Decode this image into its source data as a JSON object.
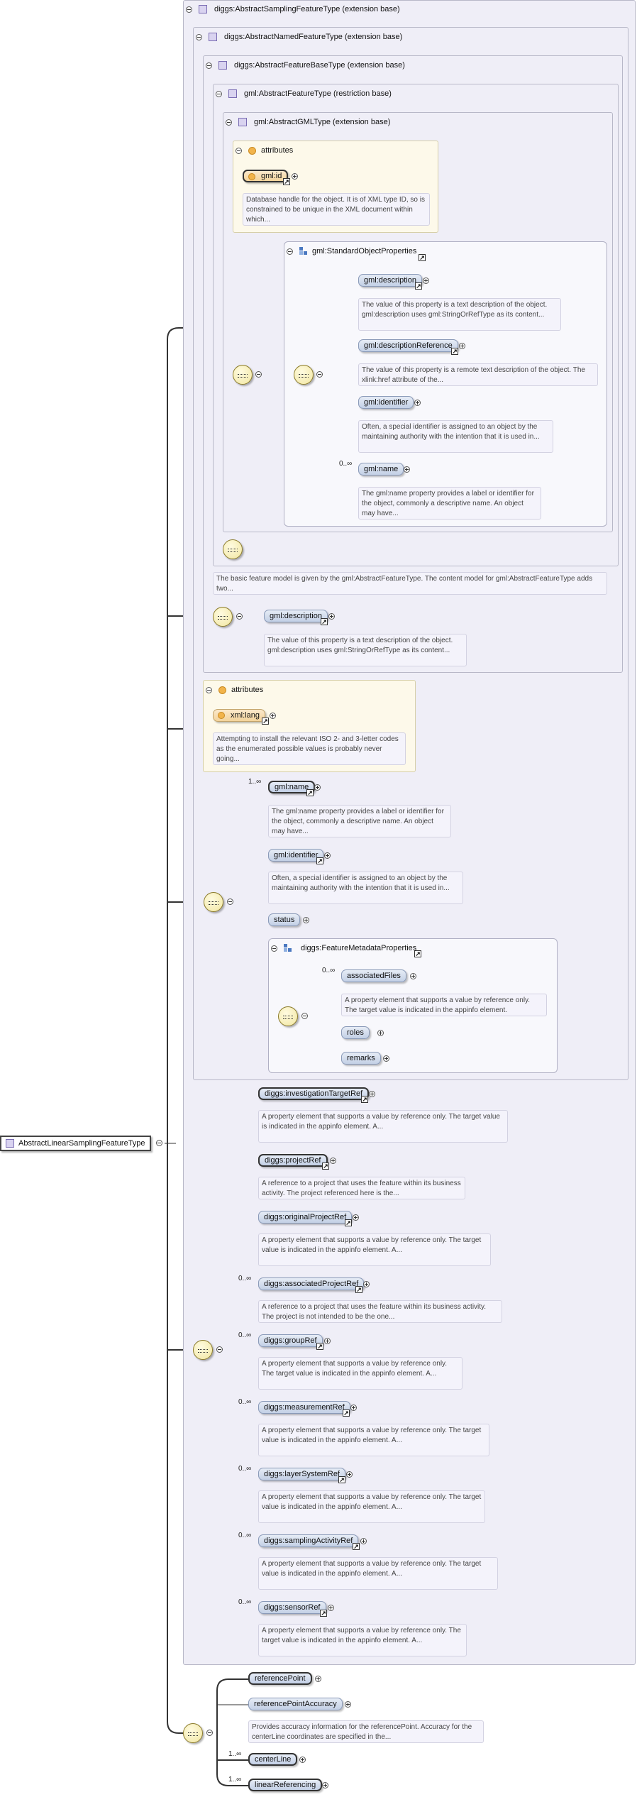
{
  "root": {
    "label": "AbstractLinearSamplingFeatureType"
  },
  "boxes": {
    "sampling": "diggs:AbstractSamplingFeatureType (extension base)",
    "named": "diggs:AbstractNamedFeatureType (extension base)",
    "featureBase": "diggs:AbstractFeatureBaseType (extension base)",
    "gmlFeature": "gml:AbstractFeatureType (restriction base)",
    "gmlGML": "gml:AbstractGMLType (extension base)",
    "stdProps": "gml:StandardObjectProperties",
    "metaProps": "diggs:FeatureMetadataProperties"
  },
  "attributes1": {
    "title": "attributes",
    "id": "gml:id",
    "doc": "Database handle for the object. It is of XML type ID, so is constrained to be unique in the XML document within which..."
  },
  "attributes2": {
    "title": "attributes",
    "lang": "xml:lang",
    "doc": "Attempting to install the relevant ISO 2- and 3-letter codes as the enumerated possible values is probably never going..."
  },
  "std": {
    "description": "gml:description",
    "description_doc": "The value of this property is a text description of the object. gml:description uses gml:StringOrRefType as its content...",
    "descriptionReference": "gml:descriptionReference",
    "descriptionReference_doc": "The value of this property is a remote text description of the object. The xlink:href attribute of the...",
    "identifier": "gml:identifier",
    "identifier_doc": "Often, a special identifier is assigned to an object by the maintaining authority with the intention that it is used in...",
    "name": "gml:name",
    "name_mult": "0..∞",
    "name_doc": "The gml:name property provides a label or identifier for the object, commonly a descriptive name. An object may have..."
  },
  "featureModelDoc": "The basic feature model is given by the gml:AbstractFeatureType. The content model for gml:AbstractFeatureType adds two...",
  "fb": {
    "description": "gml:description",
    "description_doc": "The value of this property is a text description of the object. gml:description uses gml:StringOrRefType as its content..."
  },
  "named": {
    "name": "gml:name",
    "name_mult": "1..∞",
    "name_doc": "The gml:name property provides a label or identifier for the object, commonly a descriptive name. An object may have...",
    "identifier": "gml:identifier",
    "identifier_doc": "Often, a special identifier is assigned to an object by the maintaining authority with the intention that it is used in...",
    "status": "status",
    "assocFiles": "associatedFiles",
    "assocFiles_mult": "0..∞",
    "assocFiles_doc": "A property element that supports a value by reference only. The target value is indicated in the appinfo element.",
    "roles": "roles",
    "remarks": "remarks"
  },
  "sampling": {
    "invTarget": "diggs:investigationTargetRef",
    "invTarget_doc": "A property element that supports a value by reference only. The target value is indicated in the appinfo element. A...",
    "projectRef": "diggs:projectRef",
    "projectRef_doc": "A reference to a project that uses the feature within its business activity. The project referenced here is the...",
    "origProj": "diggs:originalProjectRef",
    "origProj_doc": "A property element that supports a value by reference only. The target value is indicated in the appinfo element. A...",
    "assocProj": "diggs:associatedProjectRef",
    "assocProj_mult": "0..∞",
    "assocProj_doc": "A reference to a project that uses the feature within its business activity. The project is not intended to be the one...",
    "groupRef": "diggs:groupRef",
    "groupRef_mult": "0..∞",
    "groupRef_doc": "A property element that supports a value by reference only. The target value is indicated in the appinfo element. A...",
    "measRef": "diggs:measurementRef",
    "measRef_mult": "0..∞",
    "measRef_doc": "A property element that supports a value by reference only. The target value is indicated in the appinfo element. A...",
    "layerRef": "diggs:layerSystemRef",
    "layerRef_mult": "0..∞",
    "layerRef_doc": "A property element that supports a value by reference only. The target value is indicated in the appinfo element. A...",
    "activityRef": "diggs:samplingActivityRef",
    "activityRef_mult": "0..∞",
    "activityRef_doc": "A property element that supports a value by reference only. The target value is indicated in the appinfo element. A...",
    "sensorRef": "diggs:sensorRef",
    "sensorRef_mult": "0..∞",
    "sensorRef_doc": "A property element that supports a value by reference only. The target value is indicated in the appinfo element. A..."
  },
  "linear": {
    "refPoint": "referencePoint",
    "refPointAcc": "referencePointAccuracy",
    "refPointAcc_doc": "Provides accuracy information for the referencePoint. Accuracy for the centerLine coordinates are specified in the...",
    "centerLine": "centerLine",
    "centerLine_mult": "1..∞",
    "linRef": "linearReferencing",
    "linRef_mult": "1..∞"
  }
}
